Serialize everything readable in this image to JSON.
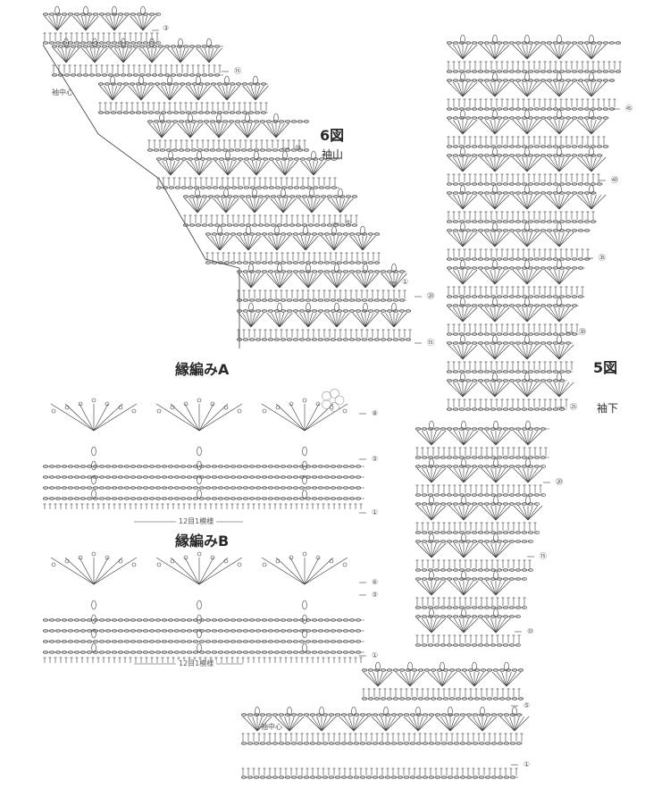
{
  "figures": {
    "fig6": {
      "number": "6図",
      "name": "袖山",
      "center_label": "袖中心",
      "row_markers": [
        "③",
        "⑮",
        "⑩",
        "⑤",
        "①",
        "⑳",
        "⑮"
      ]
    },
    "fig5": {
      "number": "5図",
      "name": "袖下",
      "center_label": "袖中心",
      "row_markers": [
        "㊺",
        "㊵",
        "㉟",
        "㉚",
        "㉕",
        "⑳",
        "⑮",
        "⑩",
        "⑤",
        "①"
      ]
    }
  },
  "edgings": {
    "a": {
      "title": "縁編みA",
      "repeat_label": "12目1模様",
      "row_markers": [
        "⑧",
        "⑤",
        "①"
      ]
    },
    "b": {
      "title": "縁編みB",
      "repeat_label": "12目1模様",
      "row_markers": [
        "⑥",
        "⑤",
        "①"
      ]
    }
  },
  "colors": {
    "ink": "#3a3a3a",
    "paper": "#ffffff"
  }
}
